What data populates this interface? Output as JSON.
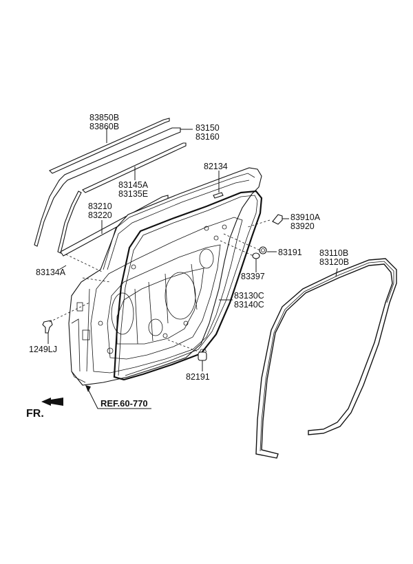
{
  "labels": {
    "p83850B": "83850B",
    "p83860B": "83860B",
    "p83150": "83150",
    "p83160": "83160",
    "p82134": "82134",
    "p83145A": "83145A",
    "p83135E": "83135E",
    "p83210": "83210",
    "p83220": "83220",
    "p83910A": "83910A",
    "p83920": "83920",
    "p83191": "83191",
    "p83397": "83397",
    "p83134A": "83134A",
    "p83110B": "83110B",
    "p83120B": "83120B",
    "p83130C": "83130C",
    "p83140C": "83140C",
    "p1249LJ": "1249LJ",
    "p82191": "82191",
    "ref": "REF.60-770",
    "fr": "FR."
  }
}
